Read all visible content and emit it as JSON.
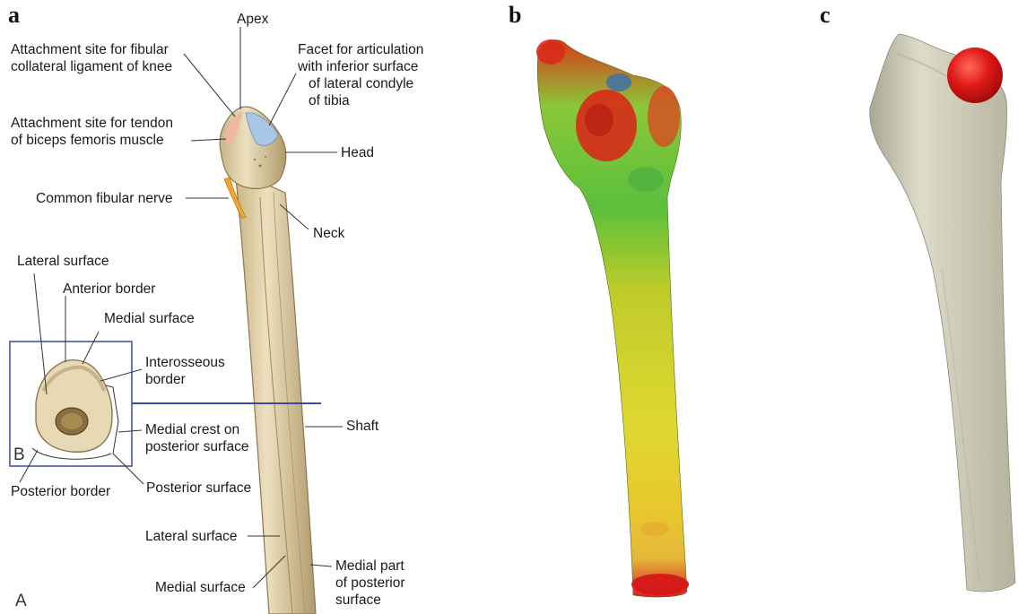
{
  "panels": {
    "a": "a",
    "b": "b",
    "c": "c"
  },
  "figure_letters": {
    "main": "A",
    "inset": "B"
  },
  "labels": {
    "apex": "Apex",
    "attach_fibular_1": "Attachment site for fibular",
    "attach_fibular_2": "collateral ligament of knee",
    "facet_1": "Facet for articulation",
    "facet_2": "with inferior surface",
    "facet_3": "of lateral condyle",
    "facet_4": "of tibia",
    "attach_biceps_1": "Attachment site for tendon",
    "attach_biceps_2": "of biceps femoris muscle",
    "head": "Head",
    "common_fibular_nerve": "Common fibular nerve",
    "neck": "Neck",
    "lateral_surface_inset": "Lateral surface",
    "anterior_border": "Anterior border",
    "medial_surface_inset": "Medial surface",
    "interosseous_1": "Interosseous",
    "interosseous_2": "border",
    "shaft": "Shaft",
    "medial_crest_1": "Medial crest on",
    "medial_crest_2": "posterior surface",
    "posterior_border": "Posterior border",
    "posterior_surface": "Posterior surface",
    "lateral_surface": "Lateral surface",
    "medial_surface": "Medial surface",
    "medial_part_1": "Medial part",
    "medial_part_2": "of posterior",
    "medial_part_3": "surface"
  },
  "colors": {
    "bone": "#e6d9b3",
    "bone_shadow": "#b8a47a",
    "facet_blue": "#a8c8e6",
    "attach_pink": "#f2b4a0",
    "nerve": "#f0a830",
    "inset_box": "#3a4aa0",
    "mesh_grey": "#d8d6c4",
    "heat_red": "#e02020",
    "heat_green": "#5cc040",
    "heat_yellow": "#e6dc30"
  }
}
